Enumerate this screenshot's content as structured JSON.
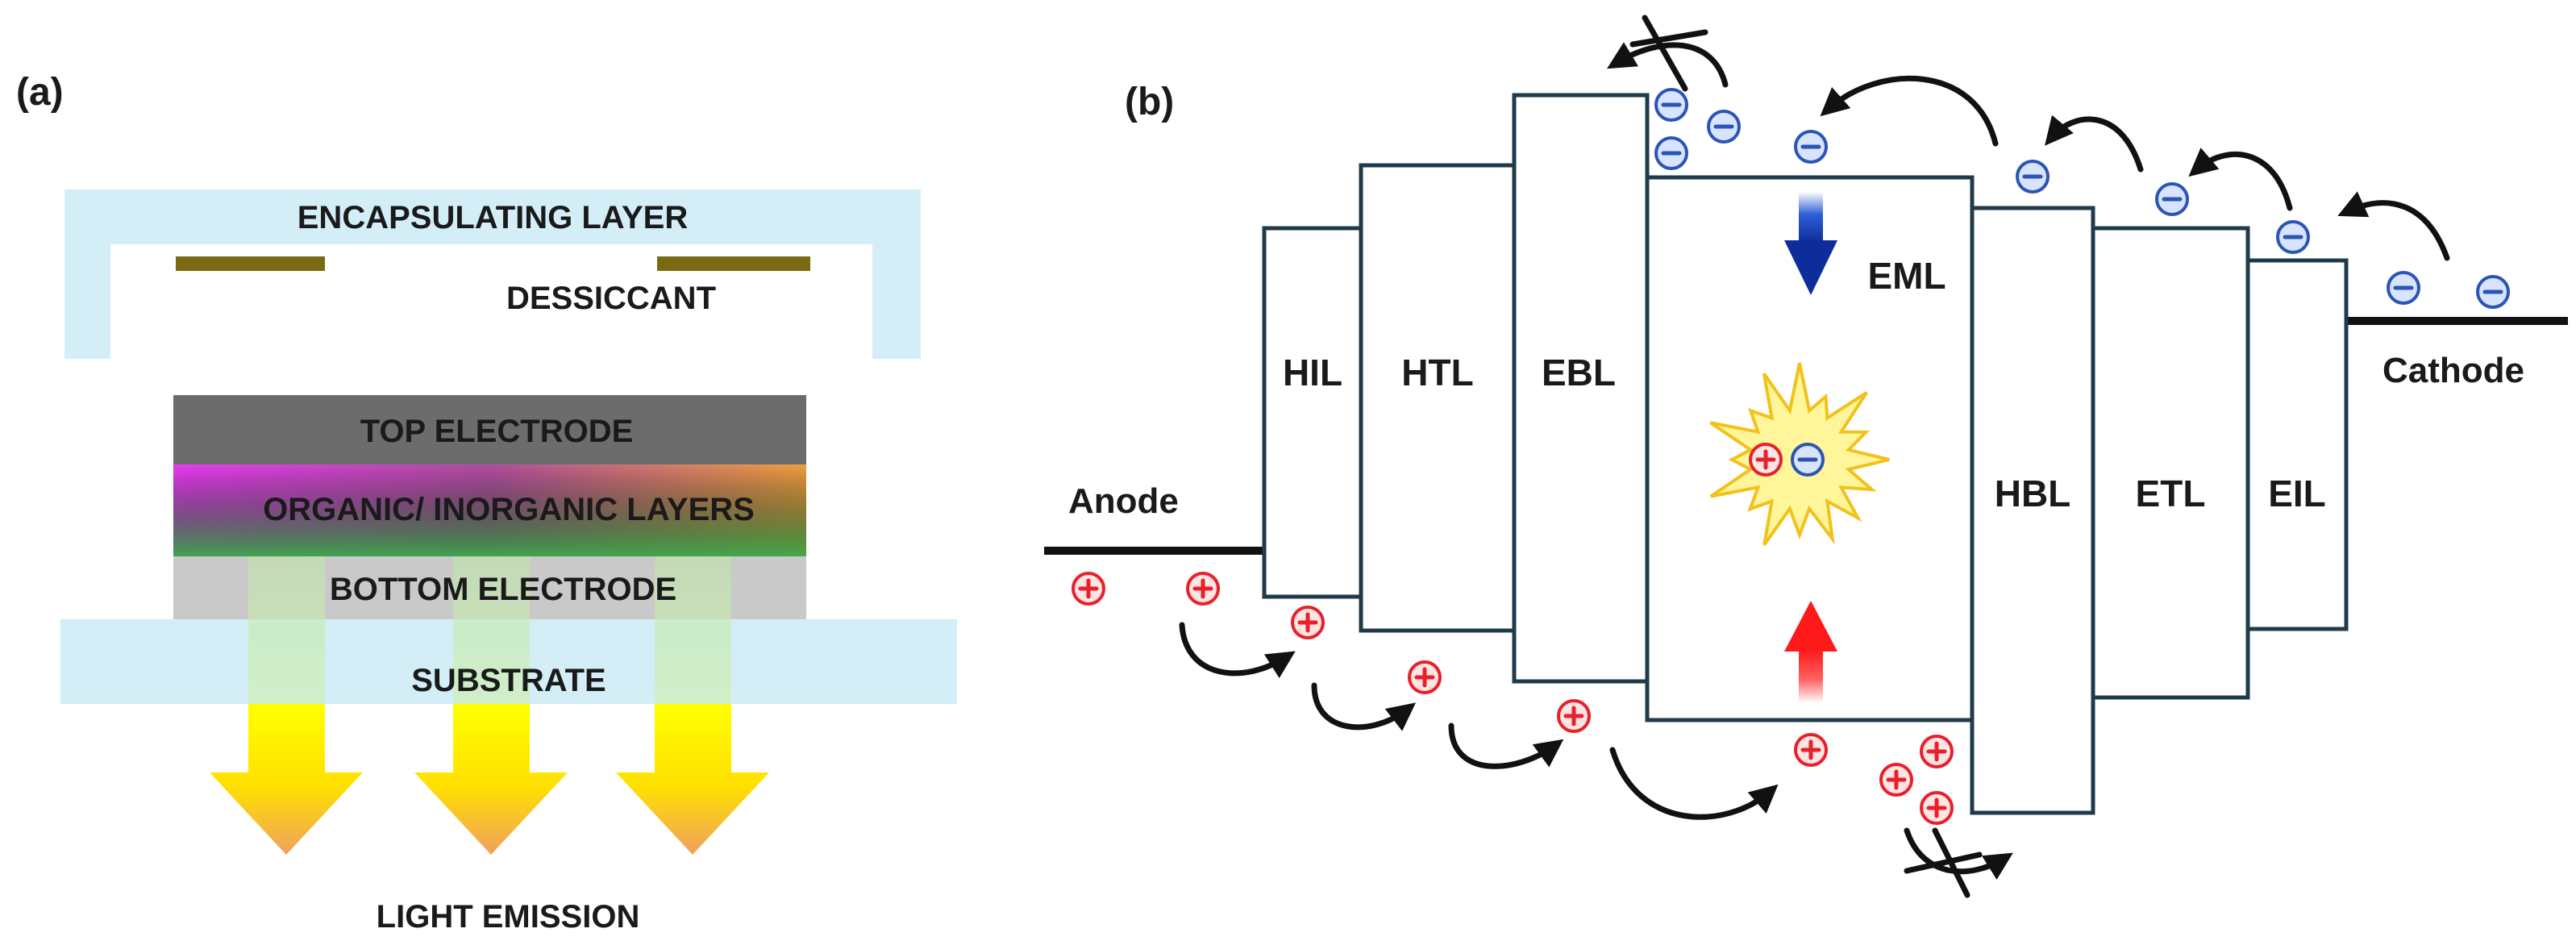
{
  "panel_a": {
    "label": "(a)",
    "encapsulation": "ENCAPSULATING LAYER",
    "desiccant": "DESSICCANT",
    "top_electrode": "TOP ELECTRODE",
    "organic_layers": "ORGANIC/ INORGANIC LAYERS",
    "bottom_electrode": "BOTTOM ELECTRODE",
    "substrate": "SUBSTRATE",
    "emission": "LIGHT EMISSION"
  },
  "panel_b": {
    "label": "(b)",
    "anode": "Anode",
    "cathode": "Cathode",
    "layers": [
      "HIL",
      "HTL",
      "EBL",
      "EML",
      "HBL",
      "ETL",
      "EIL"
    ],
    "hole_symbol": "+",
    "electron_symbol": "−"
  },
  "colors": {
    "encapsulation": "#d4eef8",
    "desiccant": "#7a6b12",
    "top_electrode": "#6c6c6c",
    "bottom_electrode": "#c9c9c9",
    "substrate": "#d4eef8",
    "band_outline": "#1f3a4a",
    "hole": "#e8202a",
    "electron": "#2a55b5",
    "arrow_blue": "#0d2e9a",
    "arrow_red": "#ff1a1a",
    "burst_fill": "#fff59a",
    "burst_stroke": "#f2c21a"
  }
}
